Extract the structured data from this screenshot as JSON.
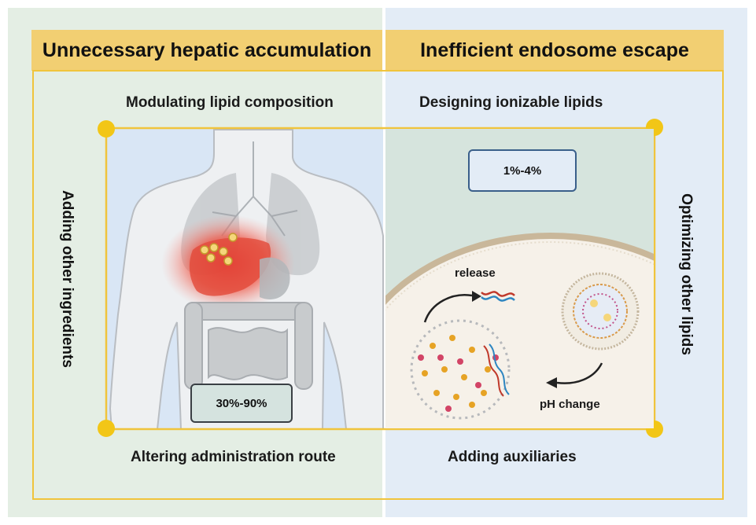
{
  "left": {
    "title": "Unnecessary hepatic accumulation",
    "top_label": "Modulating lipid composition",
    "bottom_label": "Altering administration route",
    "side_label": "Adding other ingredients",
    "percent": "30%-90%"
  },
  "right": {
    "title": "Inefficient endosome escape",
    "top_label": "Designing ionizable lipids",
    "bottom_label": "Adding auxiliaries",
    "side_label": "Optimizing other lipids",
    "percent": "1%-4%",
    "release_label": "release",
    "ph_label": "pH change"
  },
  "colors": {
    "header_fill": "#f2cf72",
    "frame_gold": "#f0c43c",
    "left_bg": "#e4eee4",
    "right_bg": "#e3ecf6",
    "liver_red": "#e8402f"
  }
}
